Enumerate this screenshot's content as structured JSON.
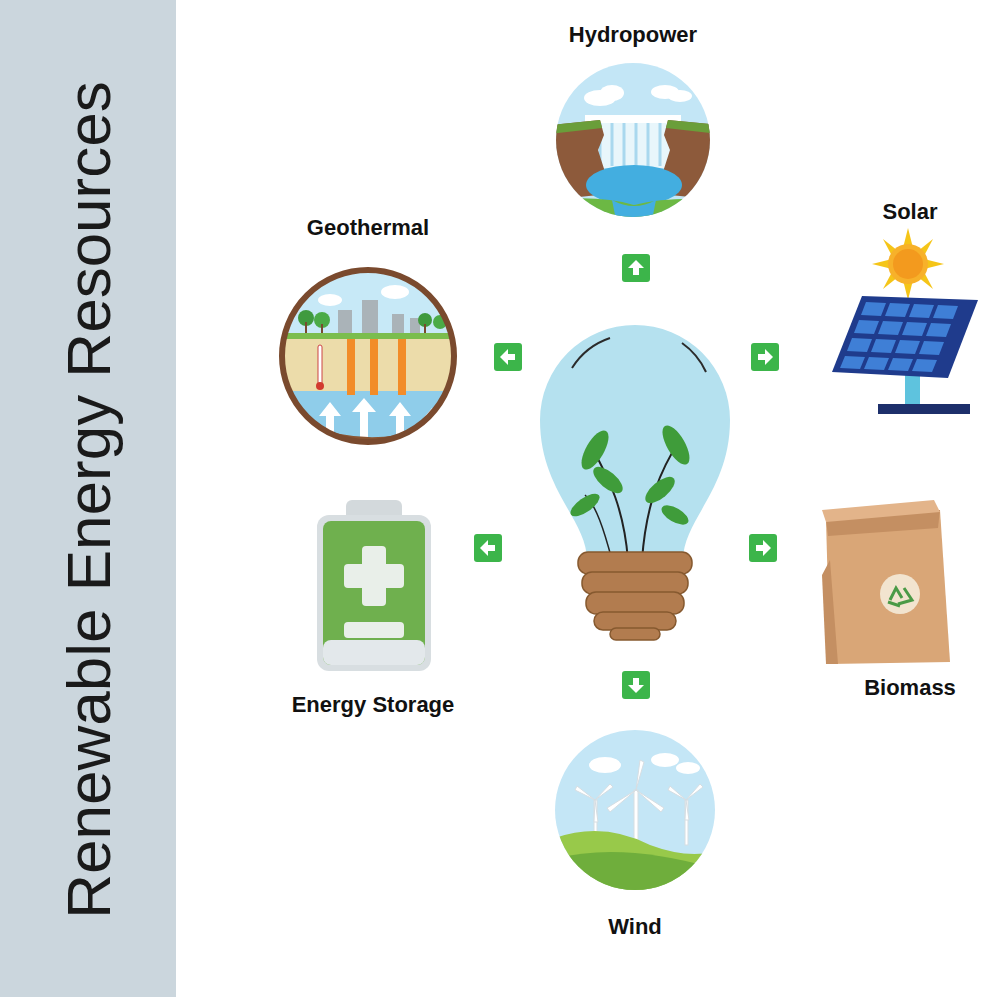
{
  "diagram": {
    "title": "Renewable Energy Resources",
    "nodes": [
      {
        "text": [
          "Hydropower"
        ]
      },
      {
        "text": [
          "Geothermal"
        ]
      },
      {
        "text": [
          "Solar"
        ]
      },
      {
        "text": [
          "Energy Storage"
        ]
      },
      {
        "text": [
          "Biomass"
        ]
      },
      {
        "text": [
          "Wind"
        ]
      }
    ]
  }
}
